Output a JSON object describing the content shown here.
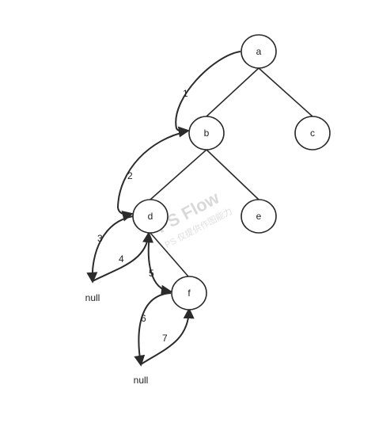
{
  "nodes": {
    "a": "a",
    "b": "b",
    "c": "c",
    "d": "d",
    "e": "e",
    "f": "f"
  },
  "null_labels": [
    "null",
    "null"
  ],
  "steps": [
    "1",
    "2",
    "3",
    "4",
    "5",
    "6",
    "7"
  ],
  "watermark": {
    "main": "PS Flow",
    "sub": "PS 仅提供作图能力"
  },
  "colors": {
    "stroke": "#2b2b2b",
    "watermark": "#d9d9d9"
  }
}
